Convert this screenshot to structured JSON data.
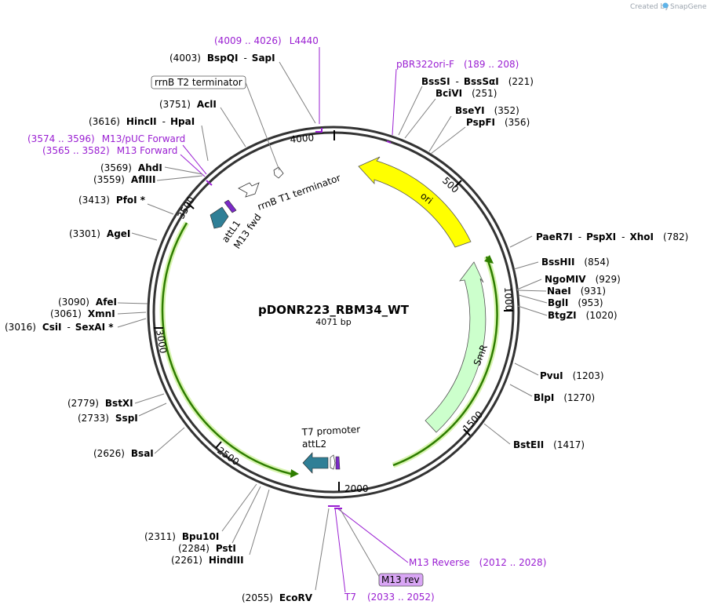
{
  "credit": {
    "prefix": "Created by",
    "brand": "SnapGene"
  },
  "plasmid": {
    "name": "pDONR223_RBM34_WT",
    "size": "4071 bp"
  },
  "ticks": [
    "4000",
    "500",
    "1000",
    "1500",
    "2000",
    "2500",
    "3000",
    "3500"
  ],
  "enzymes": [
    {
      "pos": "(4003)",
      "name": "BspQI",
      "sep": "-",
      "name2": "SapI"
    },
    {
      "pos": "(3751)",
      "name": "AclI"
    },
    {
      "pos": "(3616)",
      "name": "HincII",
      "sep": "-",
      "name2": "HpaI"
    },
    {
      "pos": "(3569)",
      "name": "AhdI"
    },
    {
      "pos": "(3559)",
      "name": "AflIII"
    },
    {
      "pos": "(3413)",
      "name": "PfoI *"
    },
    {
      "pos": "(3301)",
      "name": "AgeI"
    },
    {
      "pos": "(3090)",
      "name": "AfeI"
    },
    {
      "pos": "(3061)",
      "name": "XmnI"
    },
    {
      "pos": "(3016)",
      "name": "CsiI",
      "sep": "-",
      "name2": "SexAI *"
    },
    {
      "pos": "(2779)",
      "name": "BstXI"
    },
    {
      "pos": "(2733)",
      "name": "SspI"
    },
    {
      "pos": "(2626)",
      "name": "BsaI"
    },
    {
      "pos": "(2311)",
      "name": "Bpu10I"
    },
    {
      "pos": "(2284)",
      "name": "PstI"
    },
    {
      "pos": "(2261)",
      "name": "HindIII"
    },
    {
      "pos": "(2055)",
      "name": "EcoRV"
    },
    {
      "pos": "(221)",
      "name": "BssSI",
      "sep": "-",
      "name2": "BssSαI"
    },
    {
      "pos": "(251)",
      "name": "BciVI"
    },
    {
      "pos": "(352)",
      "name": "BseYI"
    },
    {
      "pos": "(356)",
      "name": "PspFI"
    },
    {
      "pos": "(782)",
      "name": "PaeR7I",
      "sep": "-",
      "name2": "PspXI",
      "sep2": "-",
      "name3": "XhoI"
    },
    {
      "pos": "(854)",
      "name": "BssHII"
    },
    {
      "pos": "(929)",
      "name": "NgoMIV"
    },
    {
      "pos": "(931)",
      "name": "NaeI"
    },
    {
      "pos": "(953)",
      "name": "BglI"
    },
    {
      "pos": "(1020)",
      "name": "BtgZI"
    },
    {
      "pos": "(1203)",
      "name": "PvuI"
    },
    {
      "pos": "(1270)",
      "name": "BlpI"
    },
    {
      "pos": "(1417)",
      "name": "BstEII"
    }
  ],
  "primers": [
    {
      "range": "(4009 .. 4026)",
      "name": "L4440"
    },
    {
      "range": "(189 .. 208)",
      "name": "pBR322ori-F"
    },
    {
      "range": "(3574 .. 3596)",
      "name": "M13/pUC Forward"
    },
    {
      "range": "(3565 .. 3582)",
      "name": "M13 Forward"
    },
    {
      "range": "(2012 .. 2028)",
      "name": "M13 Reverse"
    },
    {
      "range": "(2033 .. 2052)",
      "name": "T7"
    },
    {
      "name": "M13 rev"
    }
  ],
  "features": {
    "rrnB_T2": "rrnB T2 terminator",
    "rrnB_T1": "rrnB T1 terminator",
    "attL1": "attL1",
    "m13fwd": "M13 fwd",
    "ori": "ori",
    "smr": "SmR",
    "t7promoter": "T7 promoter",
    "attL2": "attL2"
  },
  "colors": {
    "primer": "#9a1fd2",
    "ori": "#ffff00",
    "smr": "#ccffcc",
    "att": "#2f7f96",
    "insert": "#2e7d00",
    "insert_glow": "#d8f5b0"
  }
}
